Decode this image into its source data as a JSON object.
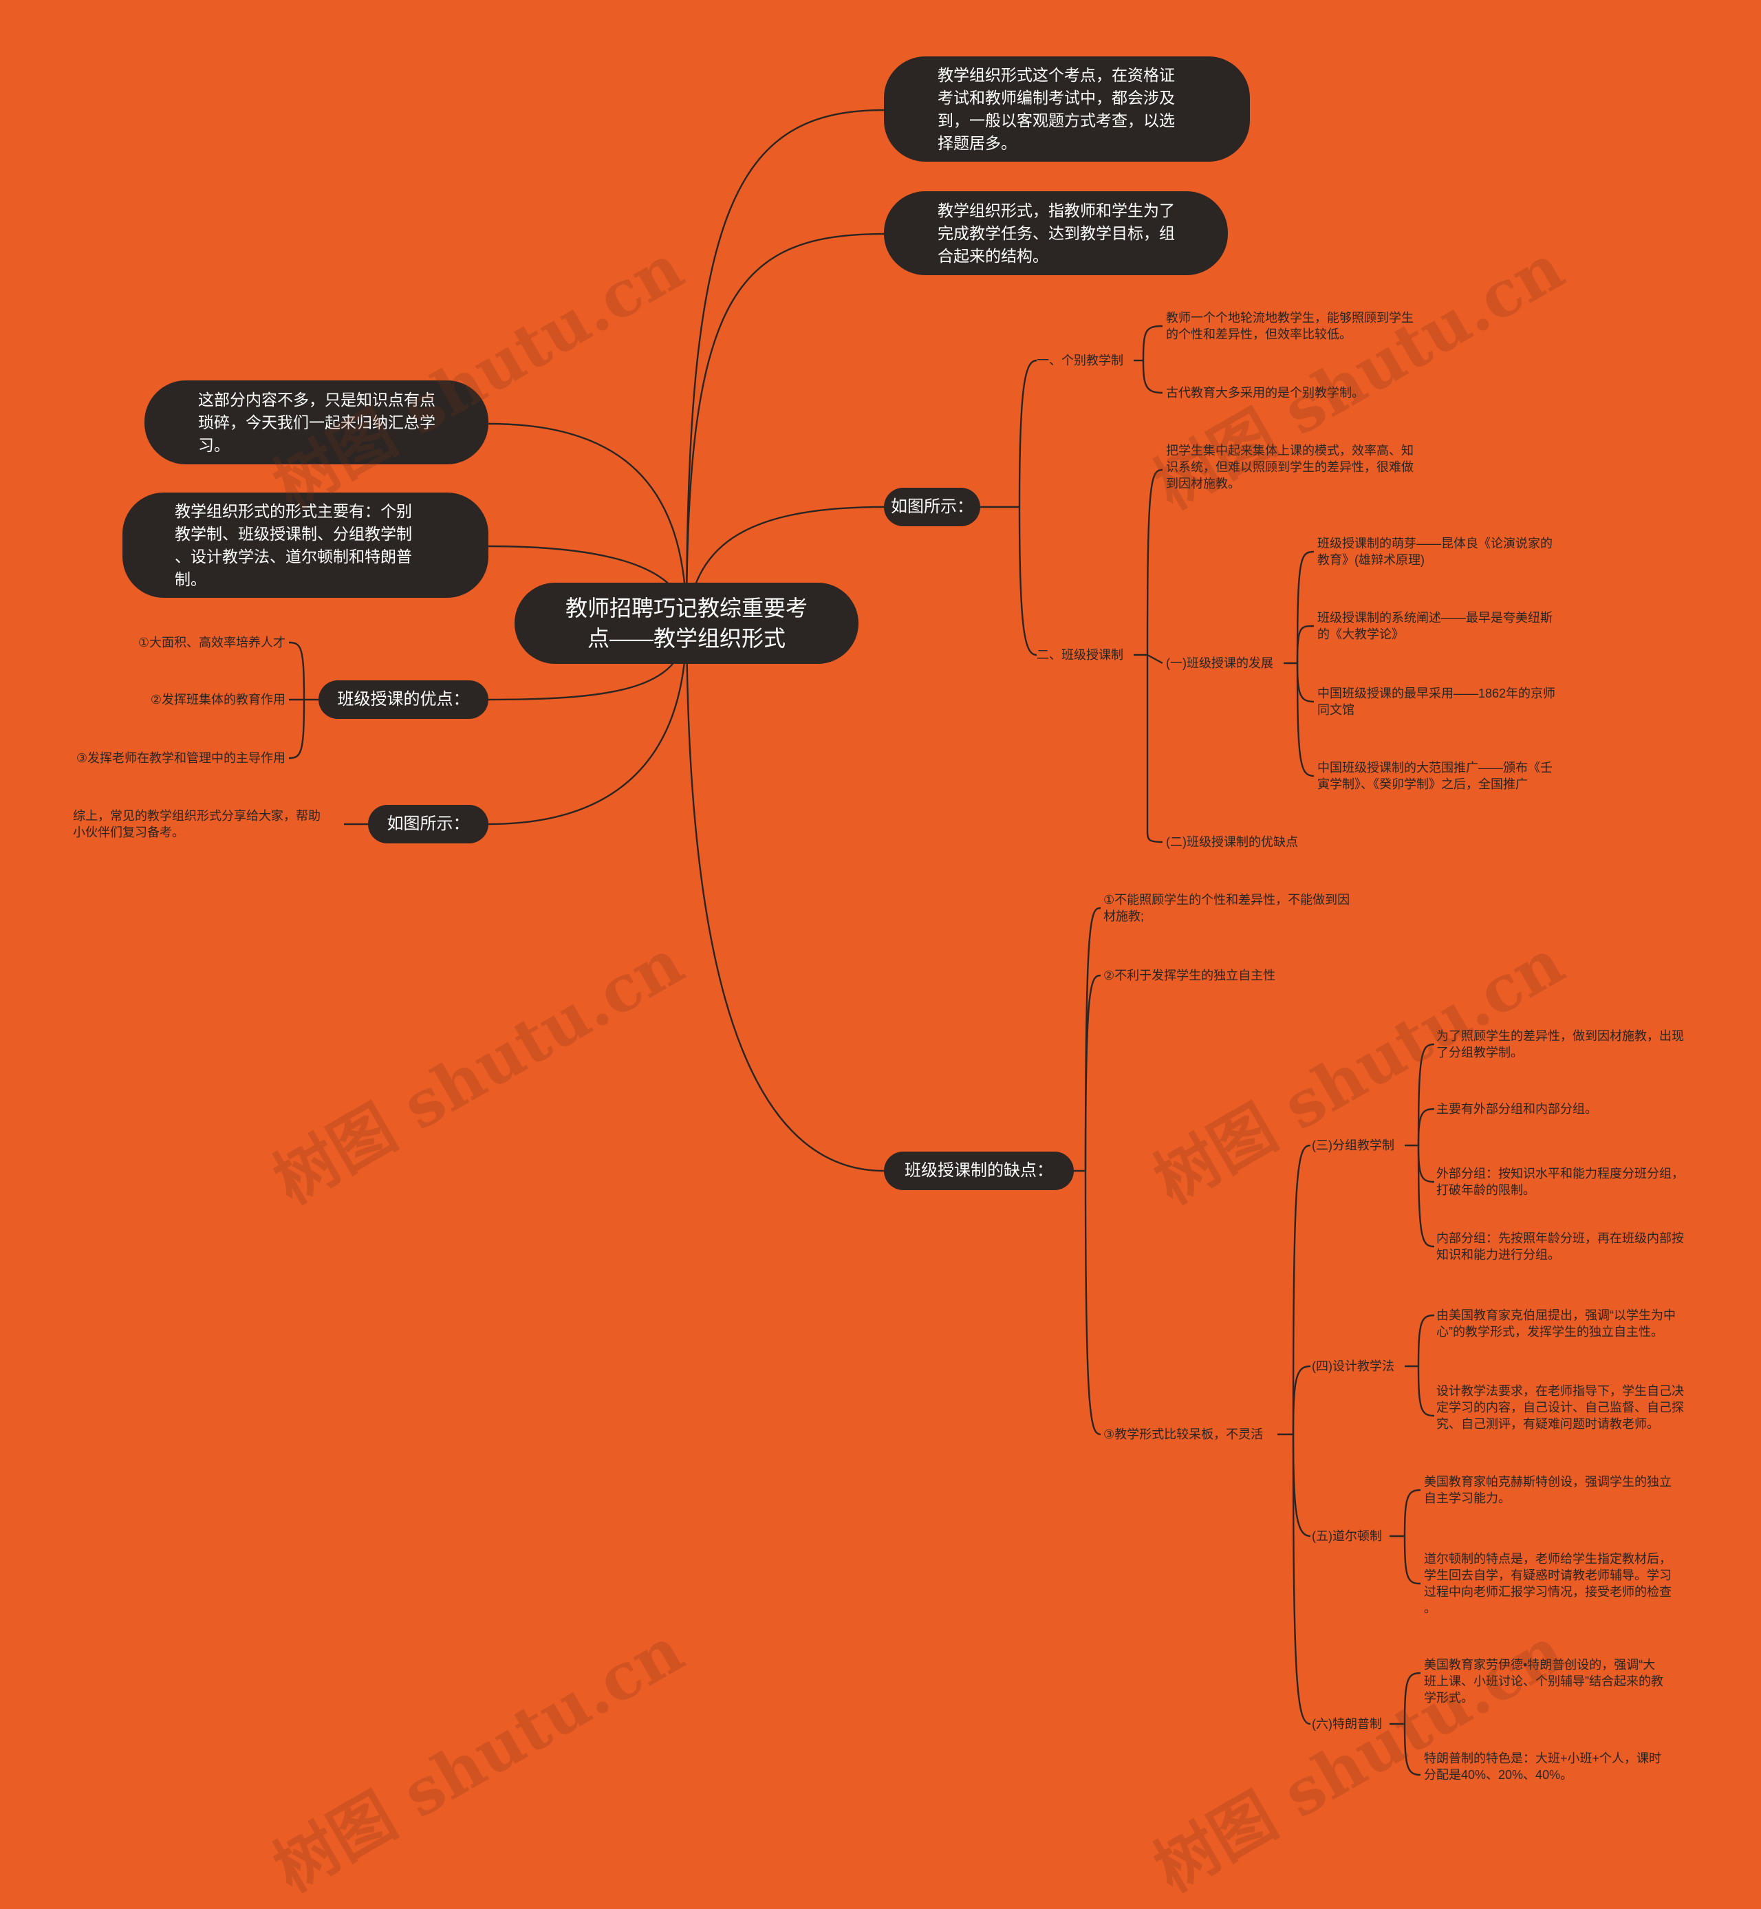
{
  "root": {
    "title": "教师招聘巧记教综重要考\n点——教学组织形式"
  },
  "right_top": {
    "intro1": "教学组织形式这个考点，在资格证\n考试和教师编制考试中，都会涉及\n到，一般以客观题方式考查，以选\n择题居多。",
    "intro2": "教学组织形式，指教师和学生为了\n完成教学任务、达到教学目标，组\n合起来的结构。"
  },
  "branch_ruotu": {
    "label": "如图所示：",
    "individual": {
      "label": "一、个别教学制",
      "items": [
        "教师一个个地轮流地教学生，能够照顾到学生\n的个性和差异性，但效率比较低。",
        "古代教育大多采用的是个别教学制。"
      ]
    },
    "class": {
      "label": "二、班级授课制",
      "desc": "把学生集中起来集体上课的模式，效率高、知\n识系统，但难以照顾到学生的差异性，很难做\n到因材施教。",
      "development": {
        "label": "(一)班级授课的发展",
        "items": [
          "班级授课制的萌芽——昆体良《论演说家的\n教育》(雄辩术原理)",
          "班级授课制的系统阐述——最早是夸美纽斯\n的《大教学论》",
          "中国班级授课的最早采用——1862年的京师\n同文馆",
          "中国班级授课制的大范围推广——颁布《壬\n寅学制》、《癸卯学制》之后，全国推广"
        ]
      },
      "pros_cons": "(二)班级授课制的优缺点"
    }
  },
  "branch_cons": {
    "label": "班级授课制的缺点：",
    "c1": "①不能照顾学生的个性和差异性，不能做到因\n材施教;",
    "c2": "②不利于发挥学生的独立自主性",
    "c3": {
      "label": "③教学形式比较呆板，不灵活",
      "group": {
        "label": "(三)分组教学制",
        "items": [
          "为了照顾学生的差异性，做到因材施教，出现\n了分组教学制。",
          "主要有外部分组和内部分组。",
          "外部分组：按知识水平和能力程度分班分组，\n打破年龄的限制。",
          "内部分组：先按照年龄分班，再在班级内部按\n知识和能力进行分组。"
        ]
      },
      "design": {
        "label": "(四)设计教学法",
        "items": [
          "由美国教育家克伯屈提出，强调“以学生为中\n心”的教学形式，发挥学生的独立自主性。",
          "设计教学法要求，在老师指导下，学生自己决\n定学习的内容，自己设计、自己监督、自己探\n究、自己测评，有疑难问题时请教老师。"
        ]
      },
      "dalton": {
        "label": "(五)道尔顿制",
        "items": [
          "美国教育家帕克赫斯特创设，强调学生的独立\n自主学习能力。",
          "道尔顿制的特点是，老师给学生指定教材后，\n学生回去自学，有疑惑时请教老师辅导。学习\n过程中向老师汇报学习情况，接受老师的检查\n。"
        ]
      },
      "trump": {
        "label": "(六)特朗普制",
        "items": [
          "美国教育家劳伊德•特朗普创设的，强调“大\n班上课、小班讨论、个别辅导”结合起来的教\n学形式。",
          "特朗普制的特色是：大班+小班+个人，课时\n分配是40%、20%、40%。"
        ]
      }
    }
  },
  "left": {
    "intro": "这部分内容不多，只是知识点有点\n琐碎，今天我们一起来归纳汇总学\n习。",
    "forms": "教学组织形式的形式主要有：个别\n教学制、班级授课制、分组教学制\n、设计教学法、道尔顿制和特朗普\n制。",
    "advantages": {
      "label": "班级授课的优点：",
      "items": [
        "①大面积、高效率培养人才",
        "②发挥班集体的教育作用",
        "③发挥老师在教学和管理中的主导作用"
      ]
    },
    "summary": {
      "label": "如图所示：",
      "text": "综上，常见的教学组织形式分享给大家，帮助\n小伙伴们复习备考。"
    }
  },
  "watermark": "树图 shutu.cn",
  "colors": {
    "background": "#EA5D24",
    "node": "#2b2624",
    "line": "#2a2523",
    "text": "#2a2523"
  }
}
